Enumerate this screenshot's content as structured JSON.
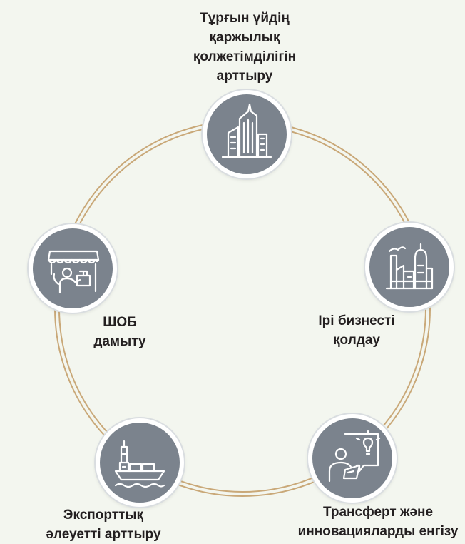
{
  "nodes": [
    {
      "id": "housing",
      "icon": "city-buildings-icon",
      "label": [
        "Тұрғын үйдің",
        "қаржылық",
        "қолжетімділігін",
        "арттыру"
      ]
    },
    {
      "id": "big-business",
      "icon": "factory-icon",
      "label": [
        "Ірі бизнесті",
        "қолдау"
      ]
    },
    {
      "id": "innovation",
      "icon": "idea-chat-person-icon",
      "label": [
        "Трансферт және",
        "инновацияларды енгізу"
      ]
    },
    {
      "id": "export",
      "icon": "cargo-ship-icon",
      "label": [
        "Экспорттық",
        "әлеуетті арттыру"
      ]
    },
    {
      "id": "sme",
      "icon": "shop-vendor-icon",
      "label": [
        "ШОБ",
        "дамыту"
      ]
    }
  ],
  "colors": {
    "node_fill": "#7b838d",
    "ring": "#c9a878",
    "background": "#f3f6ef",
    "icon": "#ffffff",
    "text": "#231f20"
  }
}
